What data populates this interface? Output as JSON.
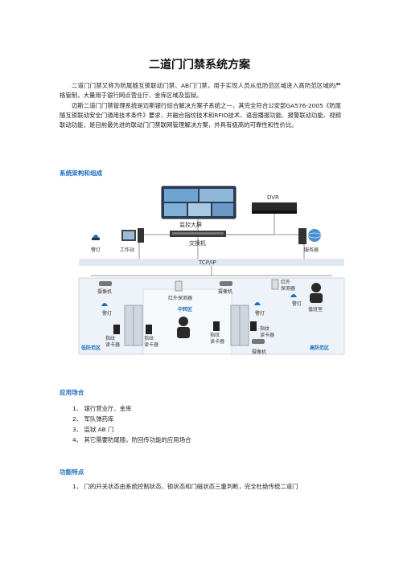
{
  "document": {
    "title": "二道门门禁系统方案",
    "intro_p1": "二道门门禁又称为防尾随互锁联动门禁、AB门门禁，用于实现人员从低防范区域进入高防范区域的严格管制，大量用于银行网点营业厅、金库区域及监狱。",
    "intro_p2": "迈斯二道门门禁管理系统是迈斯银行综合解决方案子系统之一，其完全符合公安部GA576-2005《防尾随互锁联动安全门通用技术条件》要求，并融合指纹技术和RFID技术、语音播报功能、报警联动功能、视频联动功能，是目前最先进的联动门门禁联网管理解决方案，并具有极高的可靠性和性价比。",
    "section_architecture": "系统架构和组成",
    "section_applications": "应用场合",
    "applications": [
      "1、 银行营业厅、金库",
      "2、 军队弹药库",
      "3、 监狱 AB 门",
      "4、 其它需要防尾随，防回传功能的应用场合"
    ],
    "section_features": "功能特点",
    "feature_1": "1、 门的开关状态由系统控制状态、锁状态和门磁状态三重判断，完全杜绝传统二道门"
  },
  "diagram": {
    "monitor_wall": "监控大屏",
    "dvr": "DVR",
    "switch": "交换机",
    "alarm_light": "警灯",
    "workstation": "工作站",
    "server": "服务器",
    "network": "TCP/IP",
    "camera": "摄像机",
    "ir_detector": "红外探测器",
    "ir_detector_short": "红外\n探测器",
    "fingerprint_reader": "指纹\n读卡器",
    "middle_zone": "中转区",
    "low_zone": "低防范区",
    "high_zone": "高防范区",
    "duty_room": "值班室",
    "colors": {
      "accent": "#1f6fc1",
      "zone_fill": "#eef3f9",
      "network_bar": "#dfe7f1"
    }
  }
}
